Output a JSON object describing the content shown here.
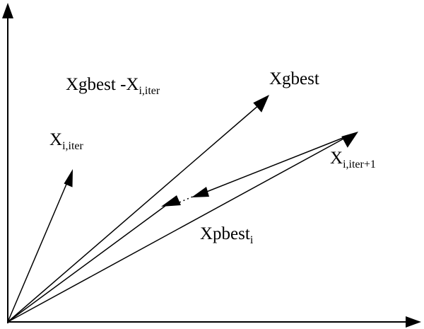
{
  "diagram": {
    "labels": {
      "diff": {
        "main": "Xgbest -X",
        "sub": "i,iter"
      },
      "gbest": {
        "main": "Xgbest"
      },
      "x_iter": {
        "main": "X",
        "sub": "i,iter"
      },
      "x_next": {
        "main": "X",
        "sub": "i,iter+1"
      },
      "pbest": {
        "main": "Xpbest",
        "sub": "i"
      }
    },
    "colors": {
      "stroke": "#000000",
      "background": "#ffffff"
    }
  }
}
